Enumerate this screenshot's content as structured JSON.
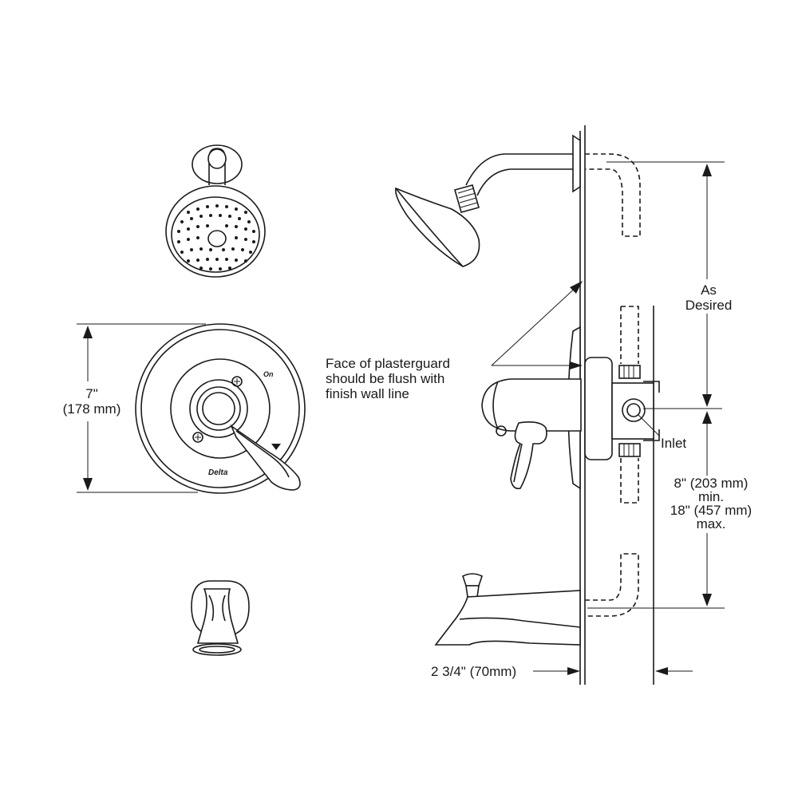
{
  "labels": {
    "escutcheon_height_in": "7\"",
    "escutcheon_height_mm": "(178 mm)",
    "plasterguard_note_1": "Face of plasterguard",
    "plasterguard_note_2": "should be flush with",
    "plasterguard_note_3": "finish wall line",
    "as_desired_1": "As",
    "as_desired_2": "Desired",
    "inlet": "Inlet",
    "spacing_min_1": "8\" (203 mm)",
    "spacing_min_2": "min.",
    "spacing_max_1": "18\" (457 mm)",
    "spacing_max_2": "max.",
    "wall_depth": "2 3/4\" (70mm)",
    "brand": "Delta",
    "dial_mark": "On"
  }
}
